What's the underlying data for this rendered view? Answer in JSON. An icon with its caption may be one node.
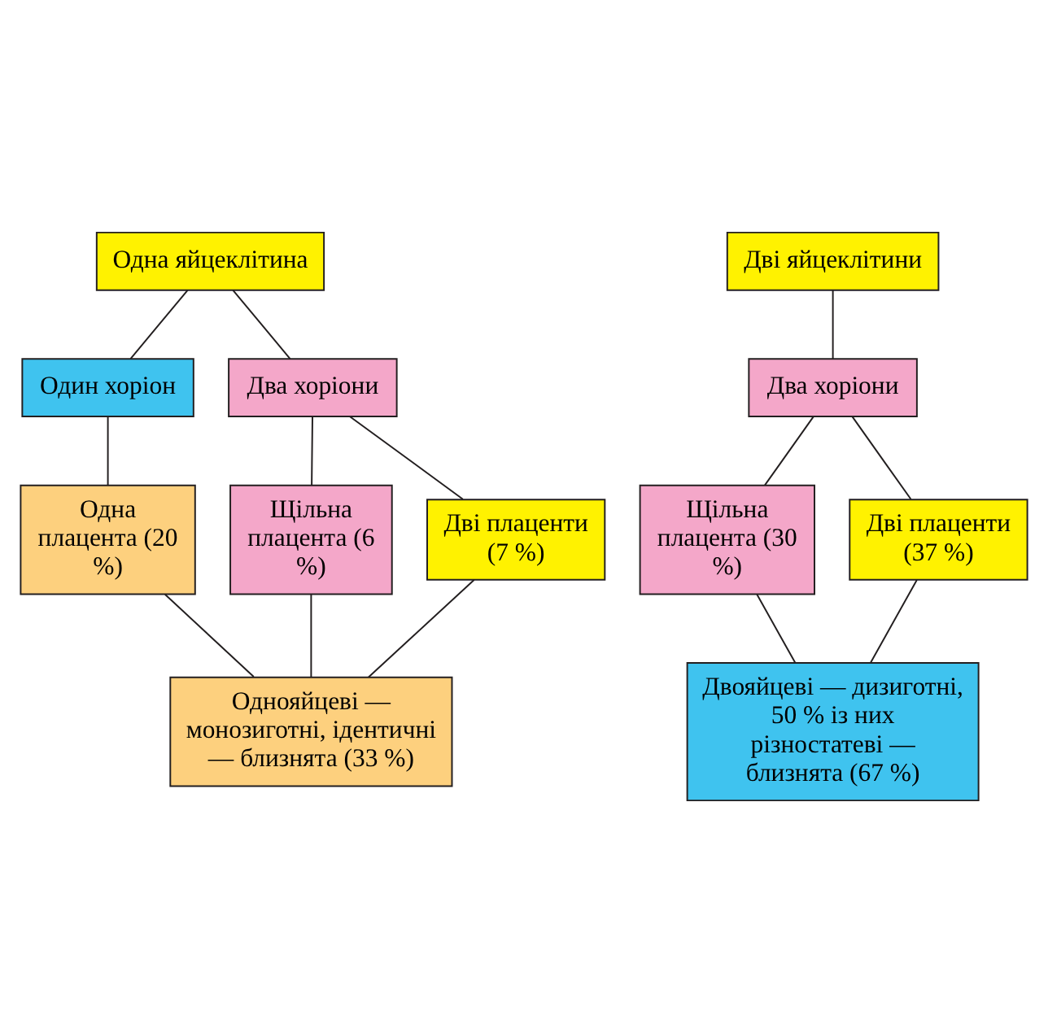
{
  "diagram": {
    "nodes": [
      {
        "text": [
          "Одна яйцеклітина"
        ]
      },
      {
        "text": [
          "Дві яйцеклітини"
        ]
      },
      {
        "text": [
          "Один хоріон"
        ]
      },
      {
        "text": [
          "Два хоріони"
        ]
      },
      {
        "text": [
          "Два хоріони"
        ]
      },
      {
        "text": [
          "Одна плацента (20 %)"
        ]
      },
      {
        "text": [
          "Щільна плацента (6 %)"
        ]
      },
      {
        "text": [
          "Дві плаценти (7 %)"
        ]
      },
      {
        "text": [
          "Щільна плацента (30 %)"
        ]
      },
      {
        "text": [
          "Дві плаценти (37 %)"
        ]
      },
      {
        "text": [
          "Однояйцеві — монозиготні, ідентичні — близнята (33 %)"
        ]
      },
      {
        "text": [
          "Двояйцеві — дизиготні, 50 % із них різностатеві — близнята (67 %)"
        ]
      }
    ],
    "edges": [
      {
        "from": 0,
        "to": 2,
        "arrow": "none"
      },
      {
        "from": 0,
        "to": 3,
        "arrow": "none"
      },
      {
        "from": 1,
        "to": 4,
        "arrow": "none"
      },
      {
        "from": 2,
        "to": 5,
        "arrow": "none"
      },
      {
        "from": 3,
        "to": 6,
        "arrow": "none"
      },
      {
        "from": 3,
        "to": 7,
        "arrow": "none"
      },
      {
        "from": 4,
        "to": 8,
        "arrow": "none"
      },
      {
        "from": 4,
        "to": 9,
        "arrow": "none"
      },
      {
        "from": 5,
        "to": 10,
        "arrow": "none"
      },
      {
        "from": 6,
        "to": 10,
        "arrow": "none"
      },
      {
        "from": 7,
        "to": 10,
        "arrow": "none"
      },
      {
        "from": 8,
        "to": 11,
        "arrow": "none"
      },
      {
        "from": 9,
        "to": 11,
        "arrow": "none"
      }
    ]
  }
}
